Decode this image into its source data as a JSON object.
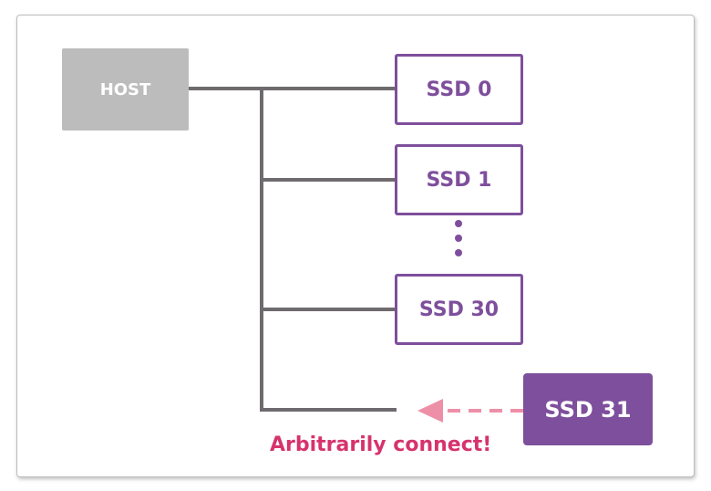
{
  "diagram": {
    "host_label": "HOST",
    "ssds": [
      {
        "label": "SSD 0"
      },
      {
        "label": "SSD 1"
      },
      {
        "label": "SSD 30"
      },
      {
        "label": "SSD 31"
      }
    ],
    "caption": "Arbitrarily connect!",
    "colors": {
      "host_fill": "#bcbcbc",
      "ssd_outline": "#7e4f9c",
      "ssd31_fill": "#7e4f9c",
      "bus_line": "#6e6a6e",
      "arrow": "#ee8fa8",
      "caption": "#d6336c"
    }
  }
}
